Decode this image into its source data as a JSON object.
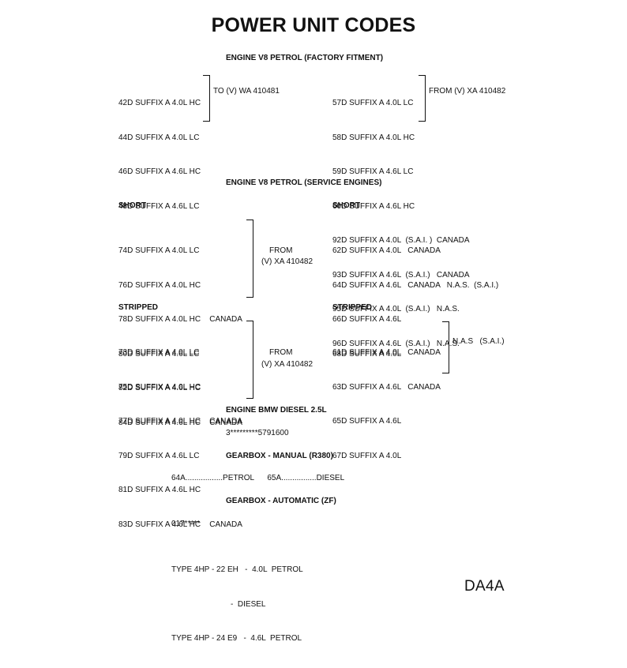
{
  "title": "POWER UNIT CODES",
  "factory": {
    "heading": "ENGINE V8 PETROL (FACTORY FITMENT)",
    "left_rows": [
      "42D SUFFIX A 4.0L HC",
      "44D SUFFIX A 4.0L LC",
      "46D SUFFIX A 4.6L HC",
      "48D SUFFIX A 4.6L LC"
    ],
    "left_note": "TO (V) WA 410481",
    "right_rows": [
      "57D SUFFIX A 4.0L LC",
      "58D SUFFIX A 4.0L HC",
      "59D SUFFIX A 4.6L LC",
      "60D SUFFIX A 4.6L HC",
      "92D SUFFIX A 4.0L  (S.A.I. )  CANADA",
      "93D SUFFIX A 4.6L  (S.A.I.)   CANADA",
      "95D SUFFIX A 4.0L  (S.A.I.)   N.A.S.",
      "96D SUFFIX A 4.6L  (S.A.I.)   N.A.S."
    ],
    "right_note": "FROM (V) XA 410482"
  },
  "service": {
    "heading": "ENGINE V8 PETROL (SERVICE ENGINES)",
    "short_label": "SHORT",
    "short_left_rows": [
      "74D SUFFIX A 4.0L LC",
      "76D SUFFIX A 4.0L HC",
      "78D SUFFIX A 4.0L HC    CANADA",
      "80D SUFFIX A 4.6L LC",
      "82D SUFFIX A 4.6L HC",
      "84D SUFFIX A 4.6L HC    CANADA"
    ],
    "short_left_note_1": "FROM",
    "short_left_note_2": "(V) XA 410482",
    "short_right_rows": [
      "62D SUFFIX A 4.0L   CANADA",
      "64D SUFFIX A 4.6L   CANADA   N.A.S.  (S.A.I.)",
      "66D SUFFIX A 4.6L",
      "68D SUFFIX A 4.0L"
    ],
    "stripped_label": "STRIPPED",
    "stripped_left_rows": [
      "73D SUFFIX A 4.0L LC",
      "75D SUFFIX A 4.0L HC",
      "77D SUFFIX A 4.0L HC    CANADA",
      "79D SUFFIX A 4.6L LC",
      "81D SUFFIX A 4.6L HC",
      "83D SUFFIX A 4.6L HC    CANADA"
    ],
    "stripped_left_note_1": "FROM",
    "stripped_left_note_2": "(V) XA 410482",
    "stripped_right_rows": [
      "61D SUFFIX A 4.0L   CANADA",
      "63D SUFFIX A 4.6L   CANADA",
      "65D SUFFIX A 4.6L",
      "67D SUFFIX A 4.0L"
    ],
    "stripped_right_note": "N.A.S   (S.A.I.)"
  },
  "diesel": {
    "heading": "ENGINE BMW DIESEL 2.5L",
    "code": "3*********5791600"
  },
  "manual": {
    "heading": "GEARBOX -  MANUAL  (R380)",
    "line": "64A.................PETROL      65A................DIESEL"
  },
  "automatic": {
    "heading": "GEARBOX - AUTOMATIC (ZF)",
    "code": "017*****",
    "lines": [
      "TYPE 4HP - 22 EH   -  4.0L  PETROL",
      "                           -  DIESEL",
      "TYPE 4HP - 24 E9   -  4.6L  PETROL"
    ]
  },
  "reference": "DA4A"
}
